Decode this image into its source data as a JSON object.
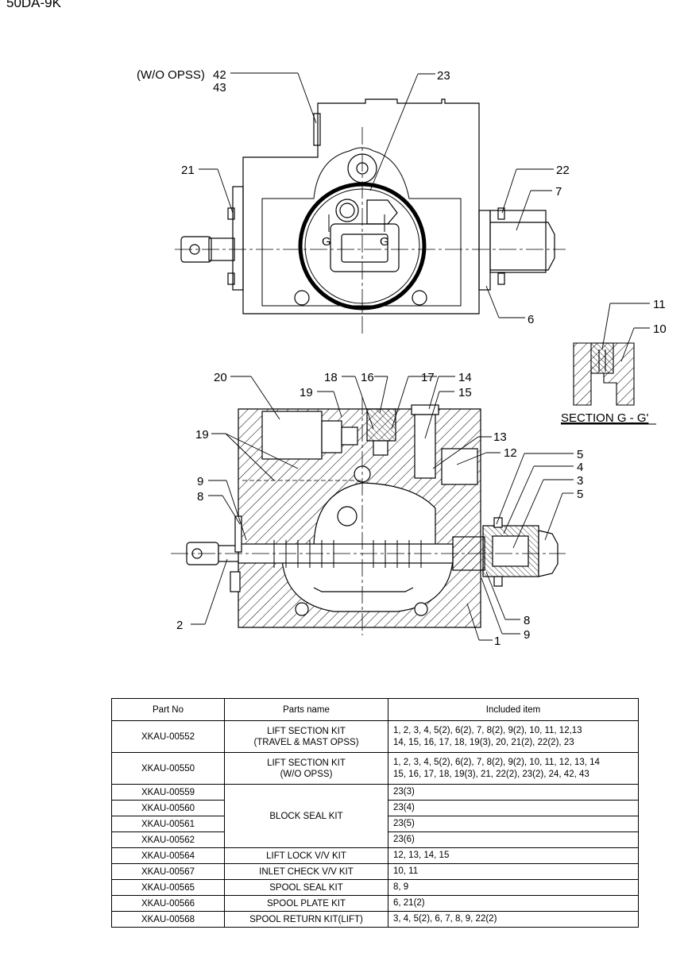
{
  "header": {
    "model": "50DA-9K"
  },
  "diagram": {
    "top_view_labels": {
      "wo_opss": "(W/O OPSS)",
      "n42": "42",
      "n43": "43",
      "n23": "23",
      "n21": "21",
      "n22": "22",
      "n7": "7",
      "n6": "6",
      "g_left": "G",
      "g_right": "G"
    },
    "section_labels": {
      "n11": "11",
      "n10": "10",
      "section_title": "SECTION G - G'"
    },
    "lower_view_labels": {
      "n20": "20",
      "n18": "18",
      "n16": "16",
      "n17": "17",
      "n14": "14",
      "n19a": "19",
      "n15": "15",
      "n19b": "19",
      "n13": "13",
      "n12": "12",
      "n5a": "5",
      "n4": "4",
      "n3": "3",
      "n5b": "5",
      "n9a": "9",
      "n8a": "8",
      "n2": "2",
      "n8b": "8",
      "n1": "1",
      "n9b": "9"
    }
  },
  "table": {
    "headers": {
      "part_no": "Part No",
      "parts_name": "Parts name",
      "included": "Included item"
    },
    "rows": [
      {
        "part_no": "XKAU-00552",
        "name": [
          "LIFT SECTION KIT",
          "(TRAVEL & MAST OPSS)"
        ],
        "items": [
          "1, 2, 3, 4, 5(2), 6(2), 7, 8(2), 9(2), 10, 11, 12,13",
          "14, 15, 16, 17, 18, 19(3), 20, 21(2), 22(2), 23"
        ]
      },
      {
        "part_no": "XKAU-00550",
        "name": [
          "LIFT SECTION KIT",
          "(W/O OPSS)"
        ],
        "items": [
          "1, 2, 3, 4, 5(2), 6(2), 7, 8(2), 9(2), 10, 11, 12, 13, 14",
          "15, 16, 17, 18, 19(3), 21, 22(2), 23(2), 24, 42, 43"
        ]
      },
      {
        "part_no": "XKAU-00559",
        "items": [
          "23(3)"
        ]
      },
      {
        "part_no": "XKAU-00560",
        "items": [
          "23(4)"
        ]
      },
      {
        "part_no": "XKAU-00561",
        "items": [
          "23(5)"
        ]
      },
      {
        "part_no": "XKAU-00562",
        "items": [
          "23(6)"
        ]
      },
      {
        "part_no": "XKAU-00564",
        "name": [
          "LIFT LOCK V/V KIT"
        ],
        "items": [
          "12, 13, 14, 15"
        ]
      },
      {
        "part_no": "XKAU-00567",
        "name": [
          "INLET CHECK V/V KIT"
        ],
        "items": [
          "10, 11"
        ]
      },
      {
        "part_no": "XKAU-00565",
        "name": [
          "SPOOL SEAL KIT"
        ],
        "items": [
          "8, 9"
        ]
      },
      {
        "part_no": "XKAU-00566",
        "name": [
          "SPOOL PLATE KIT"
        ],
        "items": [
          "6, 21(2)"
        ]
      },
      {
        "part_no": "XKAU-00568",
        "name": [
          "SPOOL RETURN KIT(LIFT)"
        ],
        "items": [
          "3, 4, 5(2), 6, 7, 8, 9, 22(2)"
        ]
      }
    ],
    "block_seal_name": "BLOCK SEAL KIT"
  }
}
